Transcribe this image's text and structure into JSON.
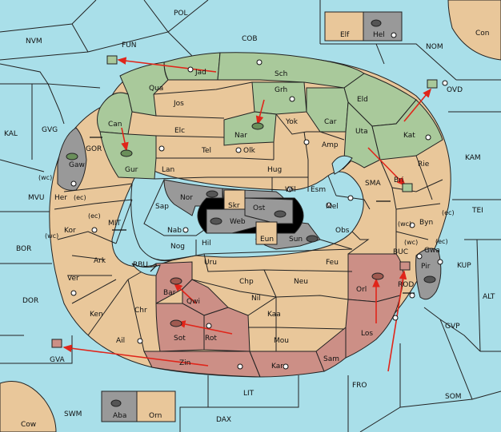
{
  "map": {
    "colors": {
      "sea": "#a9dfe9",
      "neutral_land": "#e9c79a",
      "green_power": "#a9c99b",
      "red_power": "#cc8f86",
      "gray_power": "#999999",
      "order_arrow": "#e0251a"
    },
    "labels": {
      "POL": "POL",
      "NVM": "NVM",
      "FUN": "FUN",
      "COB": "COB",
      "NOM": "NOM",
      "Con": "Con",
      "Elf": "Elf",
      "Hel": "Hel",
      "KAL": "KAL",
      "GVG": "GVG",
      "GOR": "GOR",
      "Gaw": "Gaw",
      "wc1": "(wc)",
      "ec1": "(ec)",
      "MVU": "MVU",
      "Her": "Her",
      "ec2": "(ec)",
      "Kor": "Kor",
      "wc2": "(wc)",
      "MIT": "MIT",
      "BOR": "BOR",
      "Ark": "Ark",
      "RBU": "RBU",
      "Ver": "Ver",
      "DOR": "DOR",
      "Ken": "Ken",
      "Ail": "Ail",
      "Chr": "Chr",
      "GVA": "GVA",
      "SWM": "SWM",
      "Cow": "Cow",
      "Aba": "Aba",
      "Orn": "Orn",
      "DAX": "DAX",
      "LIT": "LIT",
      "Zin": "Zin",
      "Kar": "Kar",
      "Sam": "Sam",
      "FRO": "FRO",
      "SOM": "SOM",
      "GVP": "GVP",
      "ALT": "ALT",
      "KUP": "KUP",
      "TEI": "TEI",
      "KAM": "KAM",
      "OVD": "OVD",
      "Jad": "Jad",
      "Sch": "Sch",
      "Qua": "Qua",
      "Jos": "Jos",
      "Grh": "Grh",
      "Eld": "Eld",
      "Can": "Can",
      "Elc": "Elc",
      "Nar": "Nar",
      "Yok": "Yok",
      "Car": "Car",
      "Uta": "Uta",
      "Kat": "Kat",
      "Gur": "Gur",
      "Tel": "Tel",
      "Olk": "Olk",
      "Amp": "Amp",
      "Lan": "Lan",
      "Hug": "Hug",
      "Bri": "Bri",
      "Rie": "Rie",
      "Nor": "Nor",
      "Skr": "Skr",
      "Wil": "Wil",
      "Esm": "Esm",
      "SMA": "SMA",
      "Sap": "Sap",
      "Ost": "Ost",
      "Web": "Web",
      "Mel": "Mel",
      "wc3": "(wc)",
      "Byn": "Byn",
      "ec3": "(ec)",
      "Nab": "Nab",
      "Eun": "Eun",
      "Sun": "Sun",
      "Obs": "Obs",
      "wc4": "(wc)",
      "Gwa": "Gwa",
      "ec4": "(ec)",
      "Hil": "Hil",
      "Nog": "Nog",
      "BUC": "BUC",
      "Pir": "Pir",
      "Uru": "Uru",
      "Feu": "Feu",
      "Chp": "Chp",
      "Neu": "Neu",
      "Orl": "Orl",
      "ROD": "ROD",
      "Bar": "Bar",
      "Qwi": "Qwi",
      "Nil": "Nil",
      "Kaa": "Kaa",
      "Sot": "Sot",
      "Rot": "Rot",
      "Los": "Los",
      "Mou": "Mou"
    }
  }
}
